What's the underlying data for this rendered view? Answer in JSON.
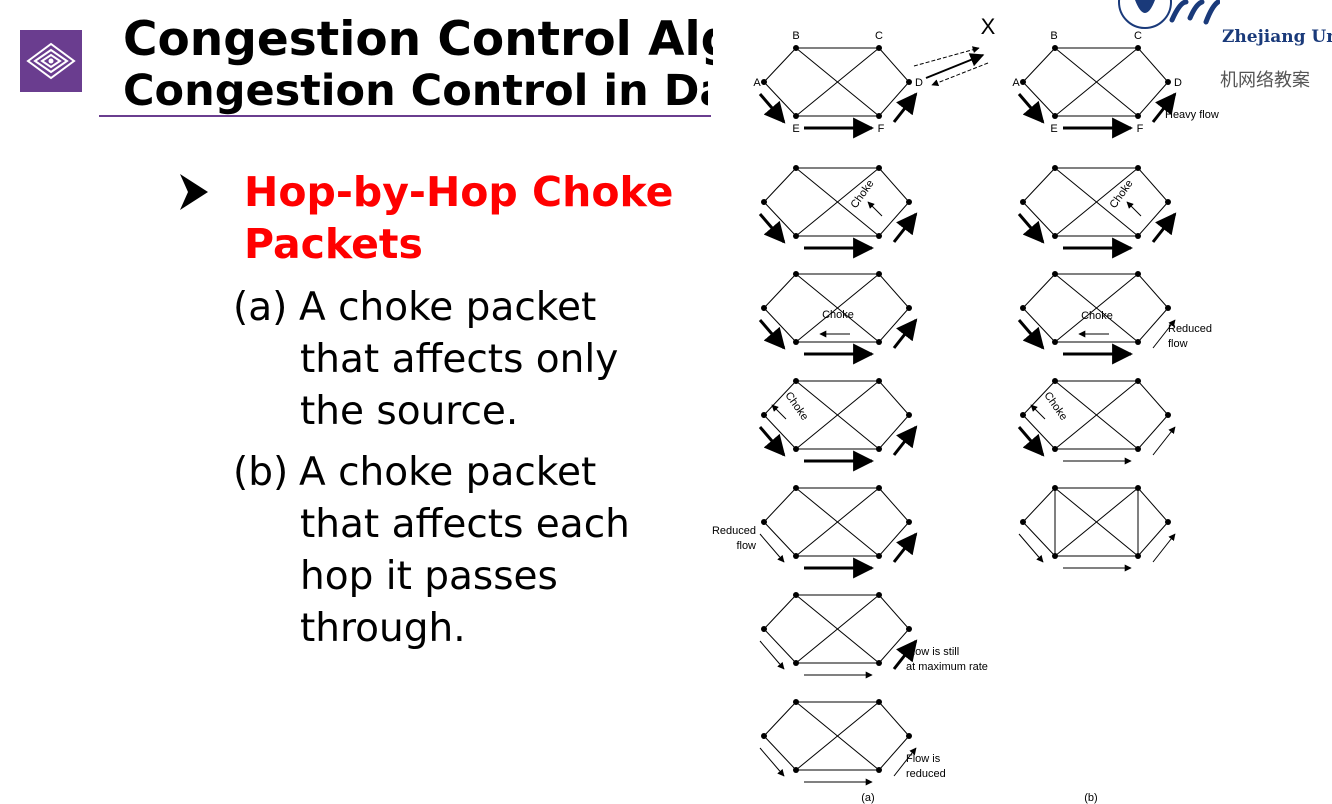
{
  "slide": {
    "title_line1": "Congestion Control Alg",
    "title_line2": "Congestion Control in Dat",
    "bullet_title_line1": "Hop-by-Hop Choke",
    "bullet_title_line2": "Packets",
    "items": [
      {
        "label": "(a)",
        "lines": [
          "A choke packet",
          "that affects only",
          "the source."
        ]
      },
      {
        "label": "(b)",
        "lines": [
          "A choke packet",
          "that affects each",
          "hop it passes",
          "through."
        ]
      }
    ]
  },
  "university": {
    "name": "Zhejiang Un",
    "sub": "机网络教案"
  },
  "figure": {
    "nodes": {
      "A": "A",
      "B": "B",
      "C": "C",
      "D": "D",
      "E": "E",
      "F": "F"
    },
    "x_label": "X",
    "choke": "Choke",
    "heavy_flow": "Heavy flow",
    "reduced_flow_b_line1": "Reduced",
    "reduced_flow_b_line2": "flow",
    "reduced_flow_a_line1": "Reduced",
    "reduced_flow_a_line2": "flow",
    "still_max_line1": "Flow is still",
    "still_max_line2": "at maximum rate",
    "reduced_final_line1": "Flow is",
    "reduced_final_line2": "reduced",
    "caption_a": "(a)",
    "caption_b": "(b)"
  },
  "colors": {
    "accent_purple": "#6a3d8f",
    "bullet_red": "#ff0000"
  }
}
